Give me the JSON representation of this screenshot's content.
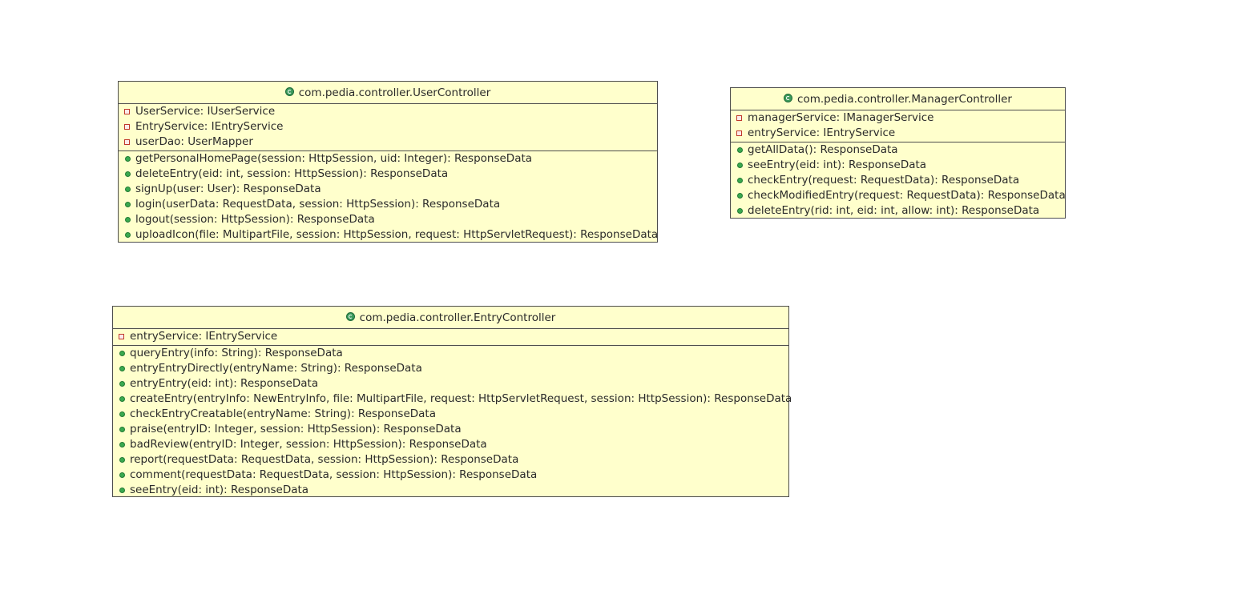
{
  "classes": {
    "user_controller": {
      "name": "com.pedia.controller.UserController",
      "attributes": [
        "UserService: IUserService",
        "EntryService: IEntryService",
        "userDao: UserMapper"
      ],
      "methods": [
        "getPersonalHomePage(session: HttpSession, uid: Integer): ResponseData",
        "deleteEntry(eid: int, session: HttpSession): ResponseData",
        "signUp(user: User): ResponseData",
        "login(userData: RequestData, session: HttpSession): ResponseData",
        "logout(session: HttpSession): ResponseData",
        "uploadIcon(file: MultipartFile, session: HttpSession, request: HttpServletRequest): ResponseData"
      ]
    },
    "manager_controller": {
      "name": "com.pedia.controller.ManagerController",
      "attributes": [
        "managerService: IManagerService",
        "entryService: IEntryService"
      ],
      "methods": [
        "getAllData(): ResponseData",
        "seeEntry(eid: int): ResponseData",
        "checkEntry(request: RequestData): ResponseData",
        "checkModifiedEntry(request: RequestData): ResponseData",
        "deleteEntry(rid: int, eid: int, allow: int): ResponseData"
      ]
    },
    "entry_controller": {
      "name": "com.pedia.controller.EntryController",
      "attributes": [
        "entryService: IEntryService"
      ],
      "methods": [
        "queryEntry(info: String): ResponseData",
        "entryEntryDirectly(entryName: String): ResponseData",
        "entryEntry(eid: int): ResponseData",
        "createEntry(entryInfo: NewEntryInfo, file: MultipartFile, request: HttpServletRequest, session: HttpSession): ResponseData",
        "checkEntryCreatable(entryName: String): ResponseData",
        "praise(entryID: Integer, session: HttpSession): ResponseData",
        "badReview(entryID: Integer, session: HttpSession): ResponseData",
        "report(requestData: RequestData, session: HttpSession): ResponseData",
        "comment(requestData: RequestData, session: HttpSession): ResponseData",
        "seeEntry(eid: int): ResponseData"
      ]
    }
  },
  "icons": {
    "class": "class-icon",
    "private_field": "private-field-icon",
    "public_method": "public-method-icon"
  },
  "colors": {
    "box_fill": "#ffffcc",
    "box_border": "#4d4d4d",
    "public_marker": "#39a94f",
    "private_marker": "#c0392b"
  }
}
